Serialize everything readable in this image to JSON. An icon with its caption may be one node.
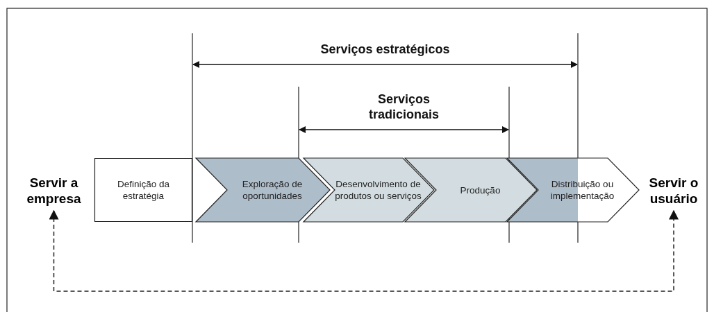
{
  "diagram": {
    "nodes": [
      {
        "text": [
          "Servir a empresa"
        ]
      },
      {
        "text": [
          "Definição da estratégia"
        ]
      },
      {
        "text": [
          "Exploração de oportunidades"
        ]
      },
      {
        "text": [
          "Desenvolvimento de produtos ou serviços"
        ]
      },
      {
        "text": [
          "Produção"
        ]
      },
      {
        "text": [
          "Distribuição ou implementação"
        ]
      },
      {
        "text": [
          "Servir o usuário"
        ]
      }
    ],
    "edges": [
      {
        "from": 0,
        "to": 6,
        "arrow": "both",
        "style": "dashed"
      }
    ],
    "labels": [
      "Serviços estratégicos",
      "Serviços tradicionais"
    ]
  }
}
